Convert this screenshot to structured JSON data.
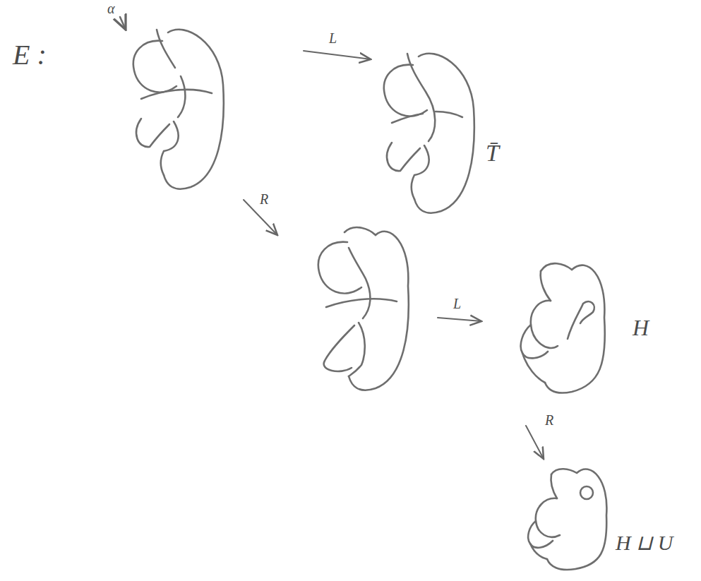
{
  "diagram": {
    "labels": [
      "E :",
      "α",
      "L",
      "T̄",
      "R",
      "L",
      "H",
      "R",
      "H ⊔ U"
    ]
  }
}
